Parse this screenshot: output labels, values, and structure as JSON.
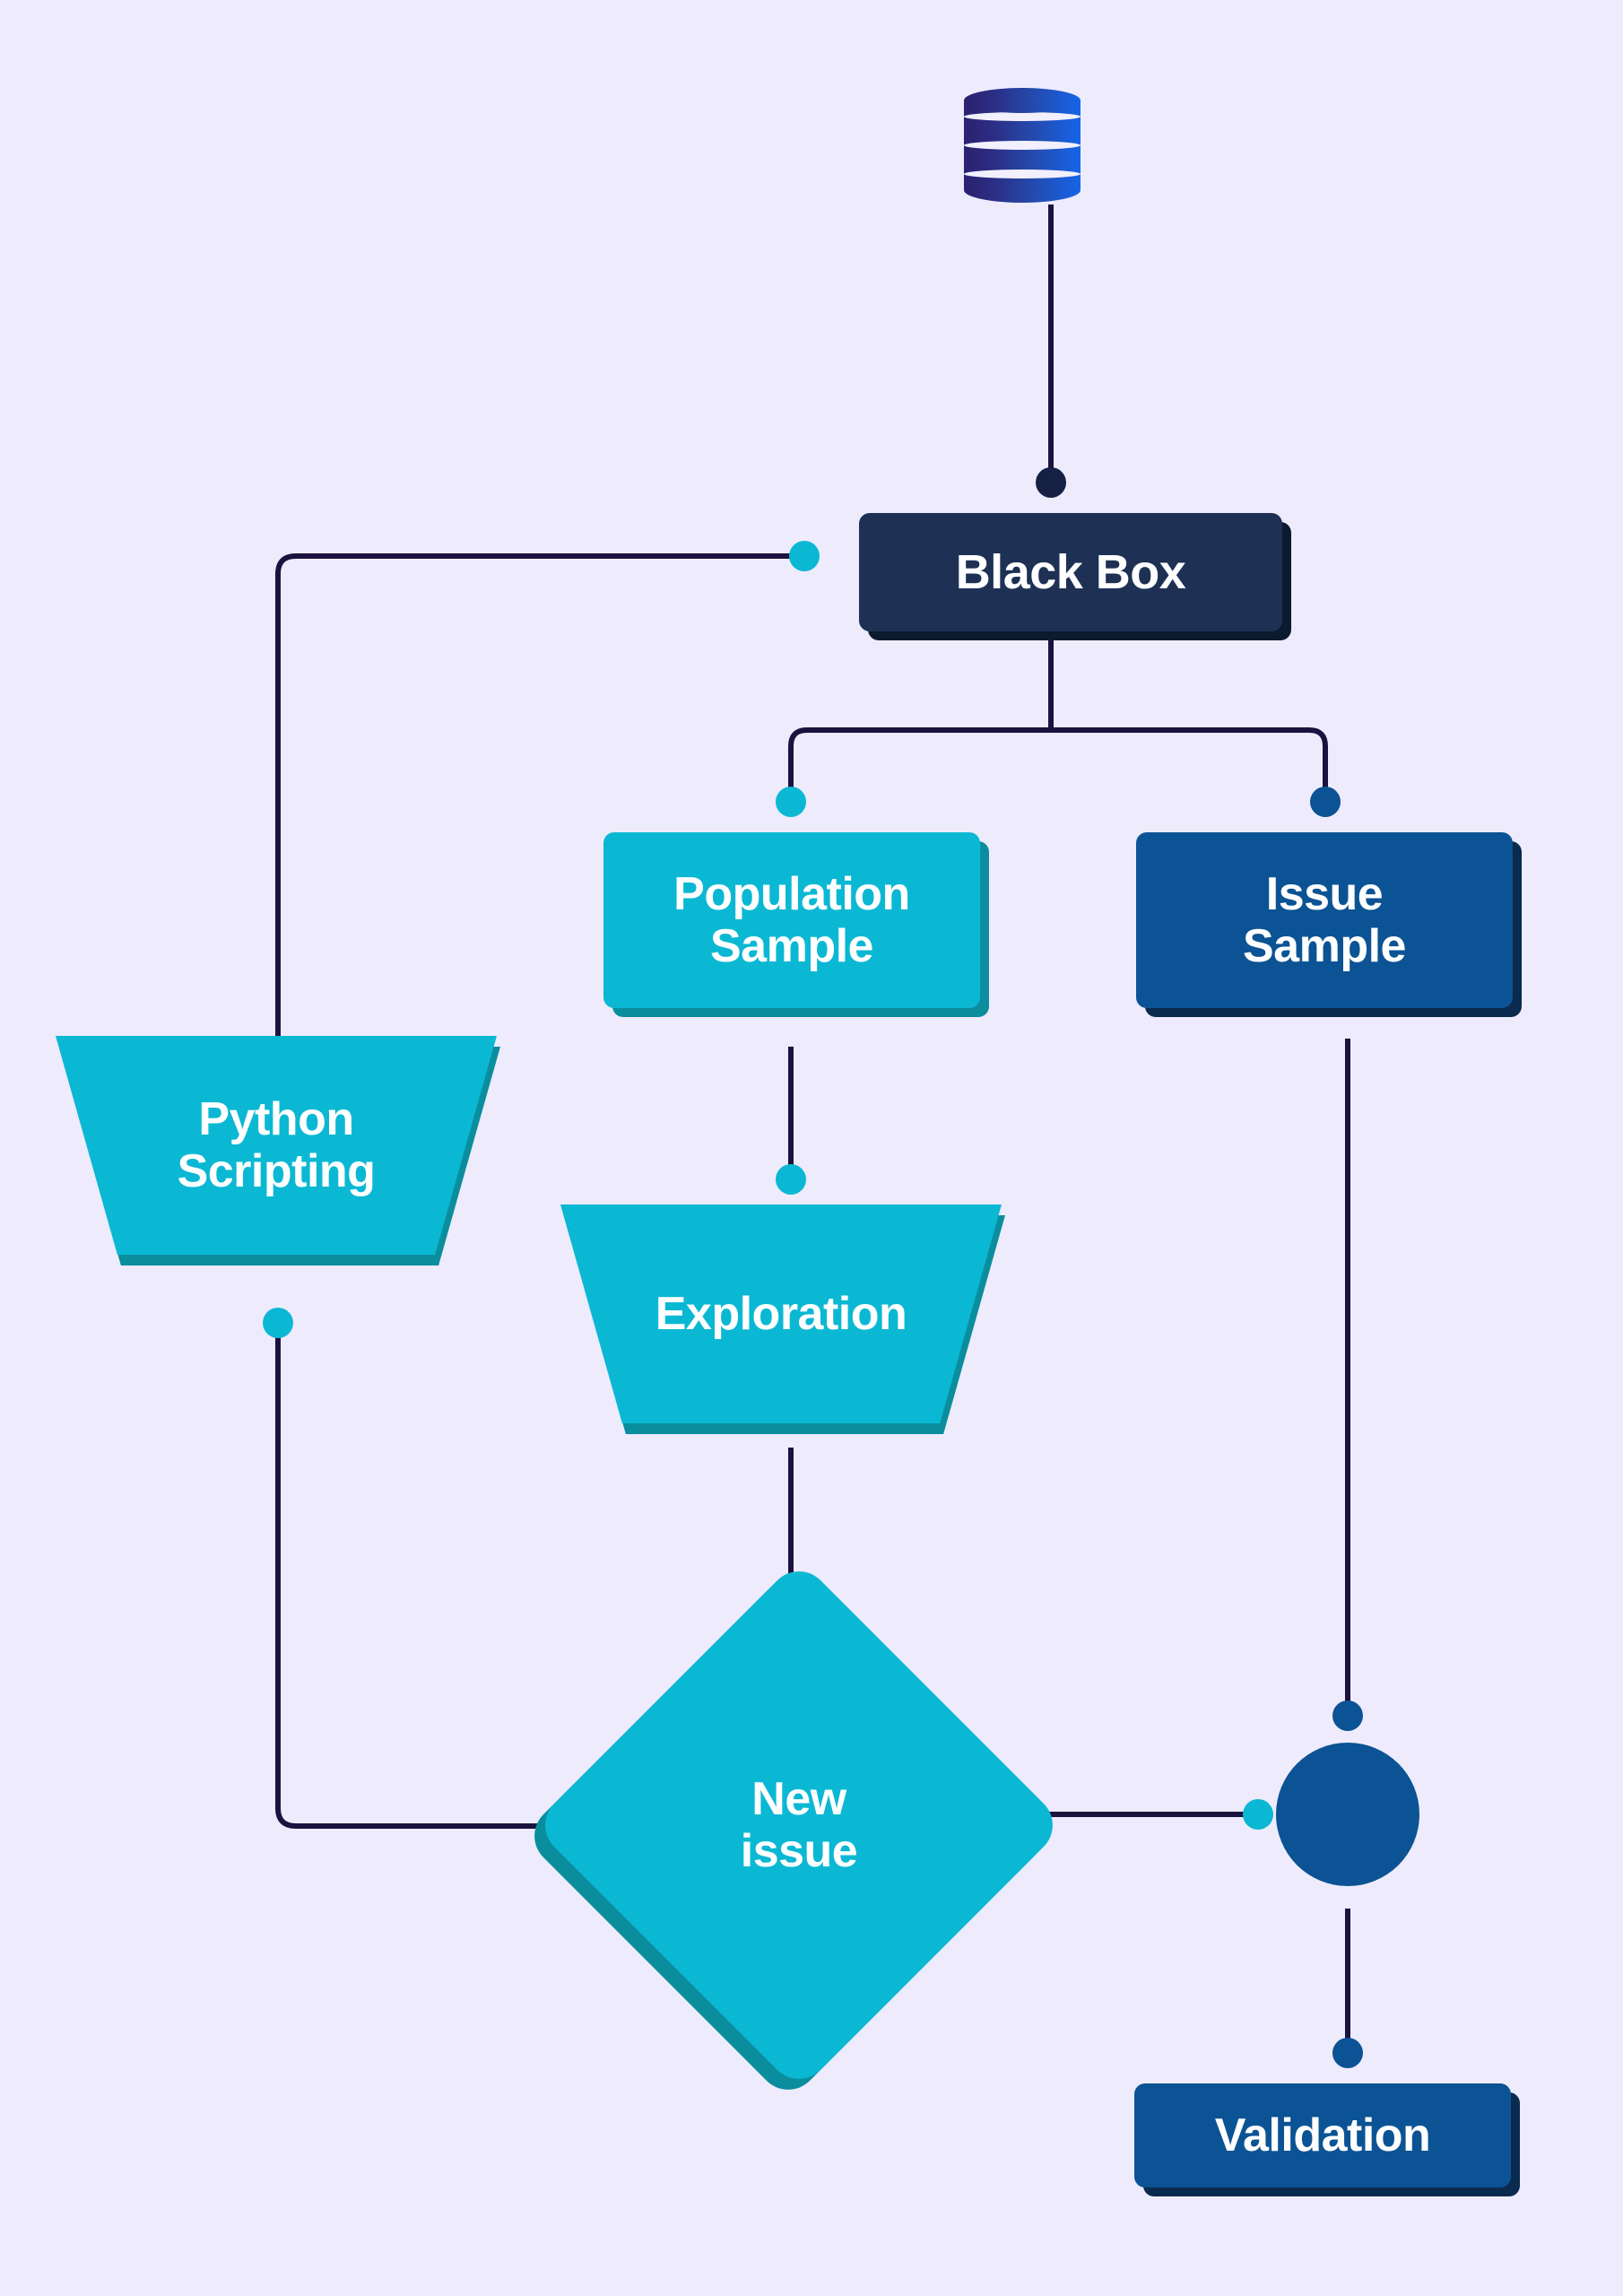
{
  "diagram": {
    "title": "Black Box analysis workflow",
    "background_color": "#EEEBFD",
    "edge_color": "#1B1240",
    "palette": {
      "cyan": "#0BB8D4",
      "cyan_shadow": "#0A8E9E",
      "blue": "#0B5394",
      "blue_shadow": "#0A2A4E",
      "navy": "#1E3154",
      "navy_shadow": "#0C1A30",
      "white": "#FFFFFF"
    }
  },
  "nodes": {
    "database": {
      "label": "",
      "shape": "cylinder",
      "icon": "database-icon",
      "color_from": "#2B2170",
      "color_to": "#1565E8"
    },
    "black_box": {
      "label": "Black Box",
      "shape": "rounded-rect",
      "color": "#1E3154"
    },
    "population_sample": {
      "label": "Population\nSample",
      "shape": "rounded-rect",
      "color": "#0BB8D4"
    },
    "issue_sample": {
      "label": "Issue\nSample",
      "shape": "rounded-rect",
      "color": "#0B5394"
    },
    "python_scripting": {
      "label": "Python\nScripting",
      "shape": "trapezoid",
      "color": "#0BB8D4"
    },
    "exploration": {
      "label": "Exploration",
      "shape": "trapezoid",
      "color": "#0BB8D4"
    },
    "new_issue": {
      "label": "New\nissue",
      "shape": "diamond",
      "color": "#0BB8D4"
    },
    "junction": {
      "label": "",
      "shape": "circle",
      "color": "#0B5394"
    },
    "validation": {
      "label": "Validation",
      "shape": "rounded-rect",
      "color": "#0B5394"
    }
  },
  "edges": [
    {
      "id": "database-to-black-box",
      "from": "database",
      "to": "black_box",
      "endpoint_dot": "navy"
    },
    {
      "id": "black-box-to-population-sample",
      "from": "black_box",
      "to": "population_sample",
      "endpoint_dot": "cyan"
    },
    {
      "id": "black-box-to-issue-sample",
      "from": "black_box",
      "to": "issue_sample",
      "endpoint_dot": "blue"
    },
    {
      "id": "population-sample-to-exploration",
      "from": "population_sample",
      "to": "exploration",
      "endpoint_dot": "cyan"
    },
    {
      "id": "exploration-to-new-issue",
      "from": "exploration",
      "to": "new_issue",
      "endpoint_dot": "cyan"
    },
    {
      "id": "new-issue-to-junction",
      "from": "new_issue",
      "to": "junction",
      "endpoint_dot": "cyan"
    },
    {
      "id": "issue-sample-to-junction",
      "from": "issue_sample",
      "to": "junction",
      "endpoint_dot": "blue"
    },
    {
      "id": "junction-to-validation",
      "from": "junction",
      "to": "validation",
      "endpoint_dot": "blue"
    },
    {
      "id": "new-issue-to-python-scripting",
      "from": "new_issue",
      "to": "python_scripting",
      "endpoint_dot": "cyan"
    },
    {
      "id": "python-scripting-to-black-box",
      "from": "python_scripting",
      "to": "black_box",
      "endpoint_dot": "cyan"
    }
  ]
}
